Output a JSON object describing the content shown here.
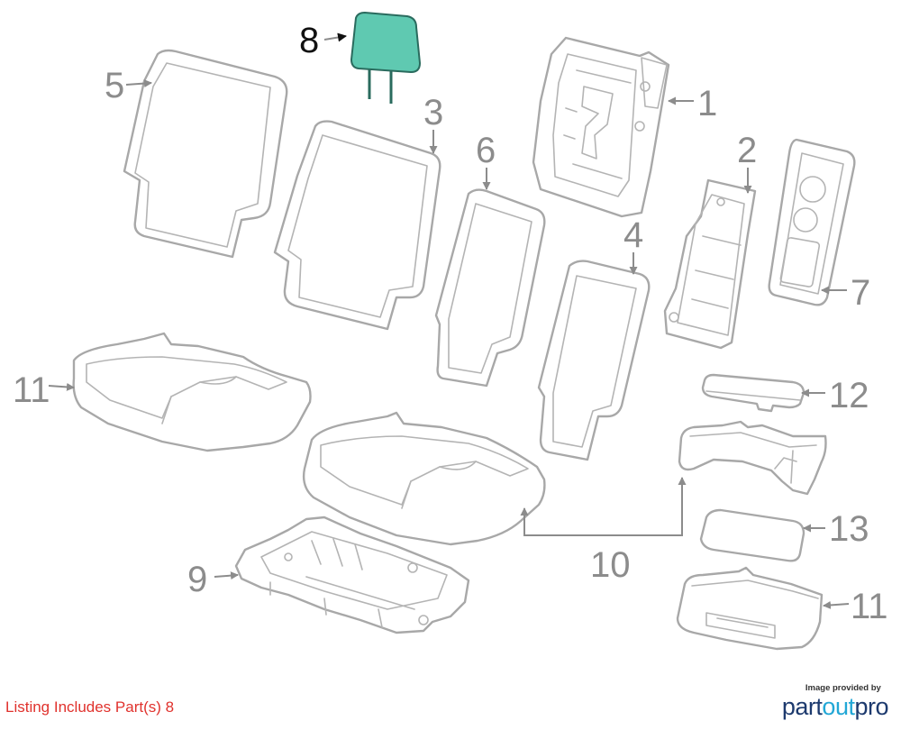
{
  "highlight_color": "#5fc9b1",
  "callouts": {
    "c1": "1",
    "c2": "2",
    "c3": "3",
    "c4": "4",
    "c5": "5",
    "c6": "6",
    "c7": "7",
    "c8": "8",
    "c9": "9",
    "c10": "10",
    "c11a": "11",
    "c11b": "11",
    "c12": "12",
    "c13": "13"
  },
  "footer": {
    "listing_note": "Listing Includes Part(s) 8"
  },
  "credit": {
    "provided_by": "Image provided by",
    "brand_part": "part",
    "brand_out": "out",
    "brand_pro": "pro"
  }
}
